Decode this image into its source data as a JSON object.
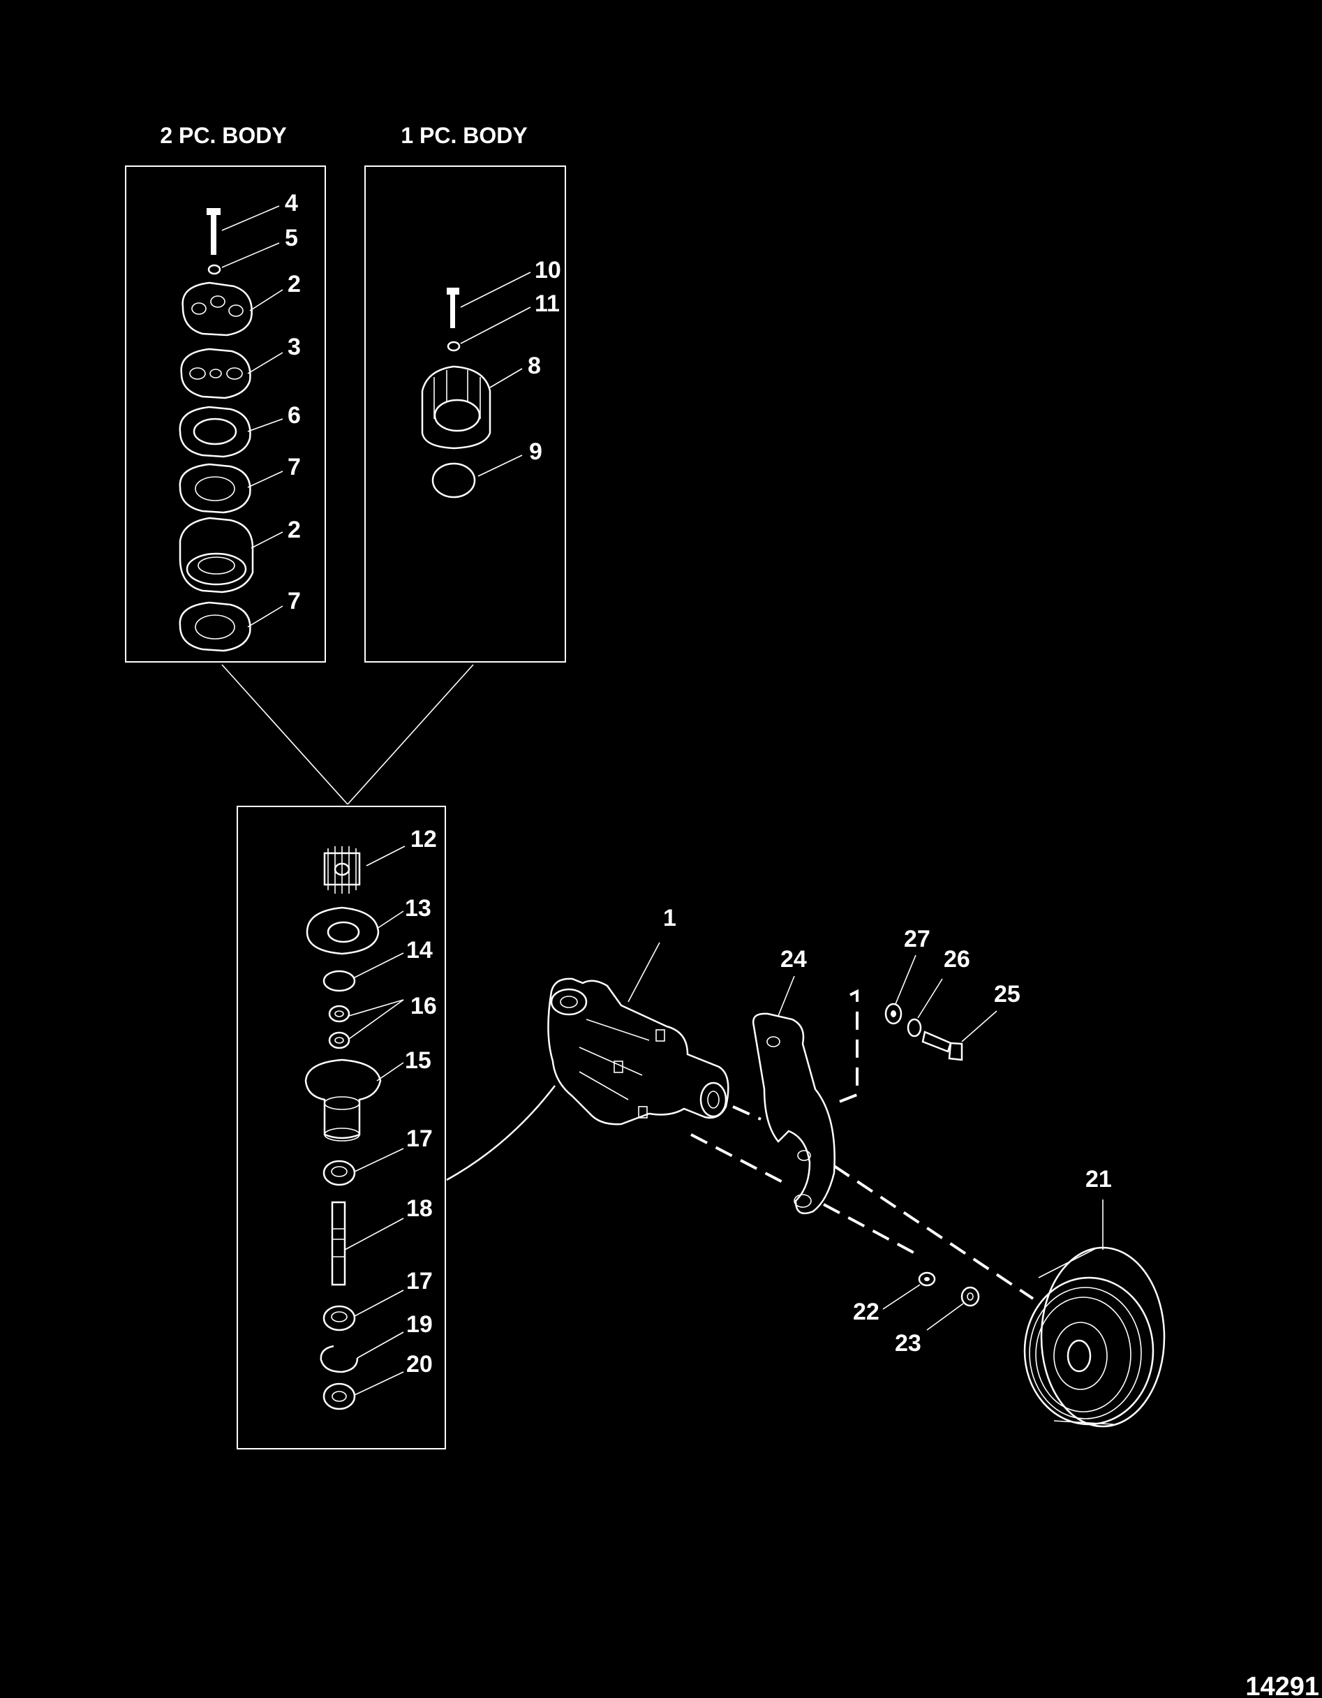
{
  "panels": {
    "two_pc": {
      "title": "2 PC. BODY"
    },
    "one_pc": {
      "title": "1 PC. BODY"
    }
  },
  "callouts": {
    "c1": "1",
    "c2a": "2",
    "c2b": "2",
    "c3": "3",
    "c4": "4",
    "c5": "5",
    "c6": "6",
    "c7a": "7",
    "c7b": "7",
    "c8": "8",
    "c9": "9",
    "c10": "10",
    "c11": "11",
    "c12": "12",
    "c13": "13",
    "c14": "14",
    "c15": "15",
    "c16": "16",
    "c17a": "17",
    "c17b": "17",
    "c18": "18",
    "c19": "19",
    "c20": "20",
    "c21": "21",
    "c22": "22",
    "c23": "23",
    "c24": "24",
    "c25": "25",
    "c26": "26",
    "c27": "27"
  },
  "figure_number": "14291"
}
